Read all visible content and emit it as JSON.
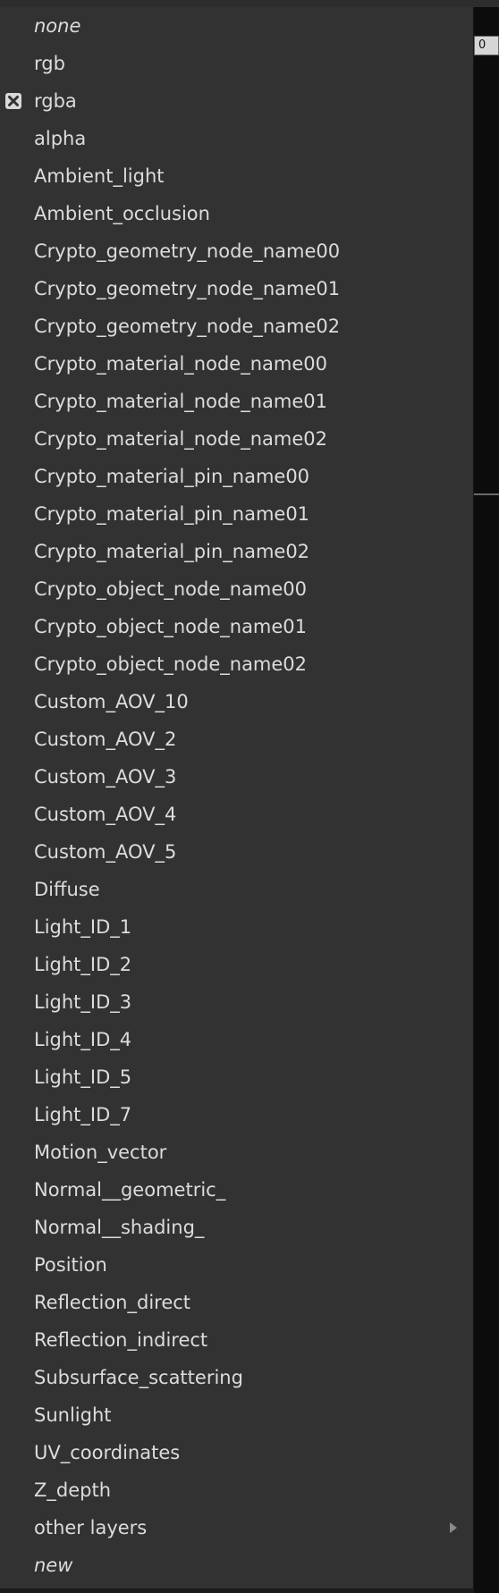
{
  "right_panel": {
    "field_value": "0"
  },
  "menu": {
    "items": [
      {
        "label": "none",
        "italic": true,
        "checked": false,
        "submenu": false
      },
      {
        "label": "rgb",
        "italic": false,
        "checked": false,
        "submenu": false
      },
      {
        "label": "rgba",
        "italic": false,
        "checked": true,
        "submenu": false
      },
      {
        "label": "alpha",
        "italic": false,
        "checked": false,
        "submenu": false
      },
      {
        "label": "Ambient_light",
        "italic": false,
        "checked": false,
        "submenu": false
      },
      {
        "label": "Ambient_occlusion",
        "italic": false,
        "checked": false,
        "submenu": false
      },
      {
        "label": "Crypto_geometry_node_name00",
        "italic": false,
        "checked": false,
        "submenu": false
      },
      {
        "label": "Crypto_geometry_node_name01",
        "italic": false,
        "checked": false,
        "submenu": false
      },
      {
        "label": "Crypto_geometry_node_name02",
        "italic": false,
        "checked": false,
        "submenu": false
      },
      {
        "label": "Crypto_material_node_name00",
        "italic": false,
        "checked": false,
        "submenu": false
      },
      {
        "label": "Crypto_material_node_name01",
        "italic": false,
        "checked": false,
        "submenu": false
      },
      {
        "label": "Crypto_material_node_name02",
        "italic": false,
        "checked": false,
        "submenu": false
      },
      {
        "label": "Crypto_material_pin_name00",
        "italic": false,
        "checked": false,
        "submenu": false
      },
      {
        "label": "Crypto_material_pin_name01",
        "italic": false,
        "checked": false,
        "submenu": false
      },
      {
        "label": "Crypto_material_pin_name02",
        "italic": false,
        "checked": false,
        "submenu": false
      },
      {
        "label": "Crypto_object_node_name00",
        "italic": false,
        "checked": false,
        "submenu": false
      },
      {
        "label": "Crypto_object_node_name01",
        "italic": false,
        "checked": false,
        "submenu": false
      },
      {
        "label": "Crypto_object_node_name02",
        "italic": false,
        "checked": false,
        "submenu": false
      },
      {
        "label": "Custom_AOV_10",
        "italic": false,
        "checked": false,
        "submenu": false
      },
      {
        "label": "Custom_AOV_2",
        "italic": false,
        "checked": false,
        "submenu": false
      },
      {
        "label": "Custom_AOV_3",
        "italic": false,
        "checked": false,
        "submenu": false
      },
      {
        "label": "Custom_AOV_4",
        "italic": false,
        "checked": false,
        "submenu": false
      },
      {
        "label": "Custom_AOV_5",
        "italic": false,
        "checked": false,
        "submenu": false
      },
      {
        "label": "Diffuse",
        "italic": false,
        "checked": false,
        "submenu": false
      },
      {
        "label": "Light_ID_1",
        "italic": false,
        "checked": false,
        "submenu": false
      },
      {
        "label": "Light_ID_2",
        "italic": false,
        "checked": false,
        "submenu": false
      },
      {
        "label": "Light_ID_3",
        "italic": false,
        "checked": false,
        "submenu": false
      },
      {
        "label": "Light_ID_4",
        "italic": false,
        "checked": false,
        "submenu": false
      },
      {
        "label": "Light_ID_5",
        "italic": false,
        "checked": false,
        "submenu": false
      },
      {
        "label": "Light_ID_7",
        "italic": false,
        "checked": false,
        "submenu": false
      },
      {
        "label": "Motion_vector",
        "italic": false,
        "checked": false,
        "submenu": false
      },
      {
        "label": "Normal__geometric_",
        "italic": false,
        "checked": false,
        "submenu": false
      },
      {
        "label": "Normal__shading_",
        "italic": false,
        "checked": false,
        "submenu": false
      },
      {
        "label": "Position",
        "italic": false,
        "checked": false,
        "submenu": false
      },
      {
        "label": "Reflection_direct",
        "italic": false,
        "checked": false,
        "submenu": false
      },
      {
        "label": "Reflection_indirect",
        "italic": false,
        "checked": false,
        "submenu": false
      },
      {
        "label": "Subsurface_scattering",
        "italic": false,
        "checked": false,
        "submenu": false
      },
      {
        "label": "Sunlight",
        "italic": false,
        "checked": false,
        "submenu": false
      },
      {
        "label": "UV_coordinates",
        "italic": false,
        "checked": false,
        "submenu": false
      },
      {
        "label": "Z_depth",
        "italic": false,
        "checked": false,
        "submenu": false
      },
      {
        "label": "other layers",
        "italic": false,
        "checked": false,
        "submenu": true
      },
      {
        "label": "new",
        "italic": true,
        "checked": false,
        "submenu": false
      }
    ]
  }
}
